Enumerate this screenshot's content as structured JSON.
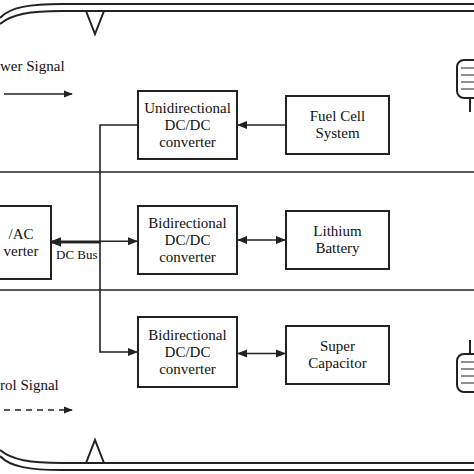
{
  "diagram": {
    "nodes": [
      {
        "text": [
          "Unidirectional DC/DC converter"
        ]
      },
      {
        "text": [
          "Fuel Cell System"
        ]
      },
      {
        "text": [
          "/AC verter"
        ]
      },
      {
        "text": [
          "Bidirectional DC/DC converter"
        ]
      },
      {
        "text": [
          "Lithium Battery"
        ]
      },
      {
        "text": [
          "Bidirectional DC/DC converter"
        ]
      },
      {
        "text": [
          "Super Capacitor"
        ]
      }
    ],
    "edges": [
      {
        "from": 1,
        "to": 0,
        "arrow": "to"
      },
      {
        "from": 0,
        "to": 2,
        "arrow": "to"
      },
      {
        "from": 3,
        "to": 2,
        "arrow": "both"
      },
      {
        "from": 4,
        "to": 3,
        "arrow": "both"
      },
      {
        "from": 5,
        "to": 2,
        "arrow": "both"
      },
      {
        "from": 6,
        "to": 5,
        "arrow": "both"
      }
    ],
    "labels": [
      "DC Bus"
    ],
    "legend": [
      {
        "text": "wer Signal"
      },
      {
        "text": "rol Signal"
      }
    ]
  }
}
